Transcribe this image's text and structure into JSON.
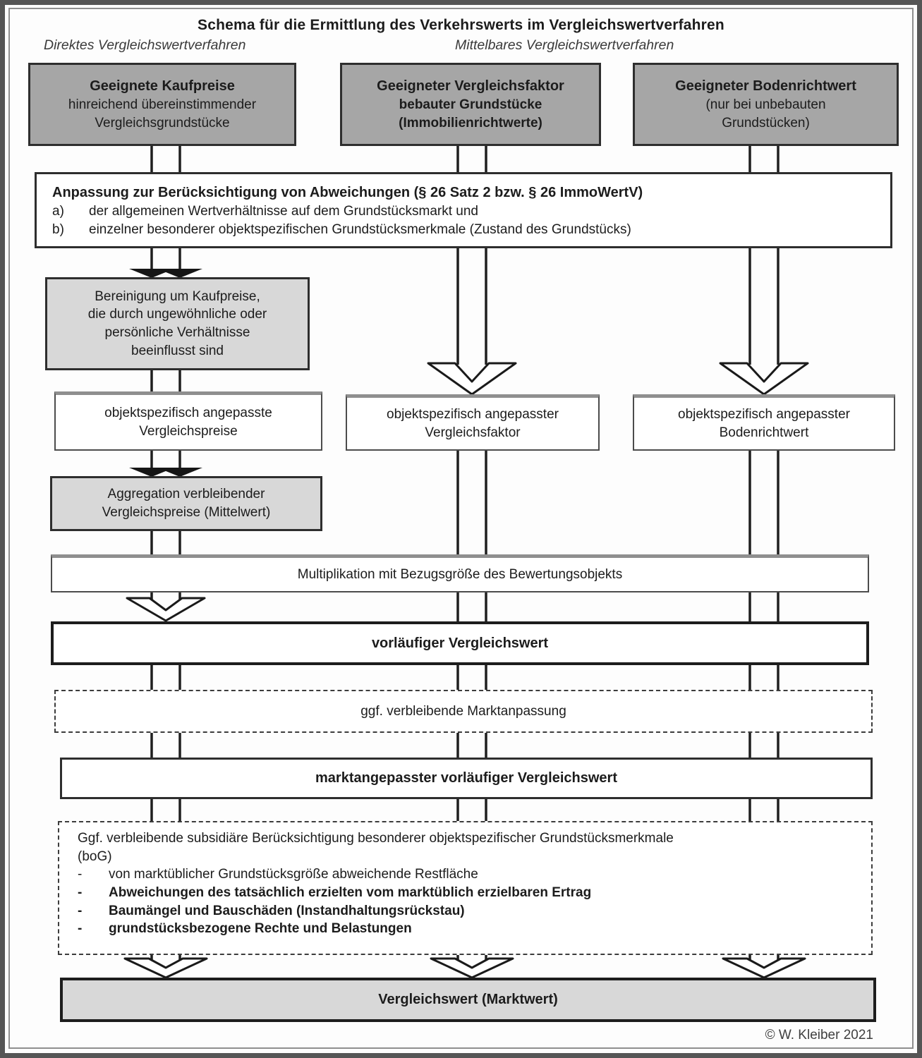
{
  "header": {
    "title": "Schema für die Ermittlung des Verkehrswerts im Vergleichswertverfahren",
    "left_method": "Direktes Vergleichswertverfahren",
    "right_method": "Mittelbares Vergleichswertverfahren"
  },
  "boxes": {
    "kaufpreise": {
      "title": "Geeignete Kaufpreise",
      "line2": "hinreichend übereinstimmender",
      "line3": "Vergleichsgrundstücke"
    },
    "vergleichsfaktor": {
      "title": "Geeigneter Vergleichsfaktor",
      "line2": "bebauter Grundstücke",
      "line3": "(Immobilienrichtwerte)"
    },
    "bodenrichtwert": {
      "title": "Geeigneter Bodenrichtwert",
      "line2": "(nur bei unbebauten",
      "line3": "Grundstücken)"
    },
    "anpassung": {
      "title": "Anpassung zur Berücksichtigung von Abweichungen (§ 26 Satz 2 bzw. § 26 ImmoWertV)",
      "item_a_label": "a)",
      "item_a": "der allgemeinen Wertverhältnisse auf dem Grundstücksmarkt und",
      "item_b_label": "b)",
      "item_b": "einzelner besonderer objektspezifischen Grundstücksmerkmale (Zustand des Grundstücks)"
    },
    "bereinigung": {
      "lines": [
        "Bereinigung um Kaufpreise,",
        "die durch ungewöhnliche oder",
        "persönliche Verhältnisse",
        "beeinflusst sind"
      ]
    },
    "angepasste_preise": {
      "lines": [
        "objektspezifisch angepasste",
        "Vergleichspreise"
      ]
    },
    "angepasster_faktor": {
      "lines": [
        "objektspezifisch angepasster",
        "Vergleichsfaktor"
      ]
    },
    "angepasster_bodenrichtwert": {
      "lines": [
        "objektspezifisch angepasster",
        "Bodenrichtwert"
      ]
    },
    "aggregation": {
      "lines": [
        "Aggregation verbleibender",
        "Vergleichspreise (Mittelwert)"
      ]
    },
    "multiplikation": {
      "text": "Multiplikation mit Bezugsgröße des Bewertungsobjekts"
    },
    "vorlaeufiger_vergleichswert": {
      "text": "vorläufiger Vergleichswert"
    },
    "marktanpassung": {
      "text": "ggf. verbleibende Marktanpassung"
    },
    "marktangepasster": {
      "text": "marktangepasster vorläufiger Vergleichswert"
    },
    "subsidiaer": {
      "intro_line1": "Ggf. verbleibende subsidiäre Berücksichtigung besonderer objektspezifischer Grundstücksmerkmale",
      "intro_line2": "(boG)",
      "bullet": "-",
      "items": [
        "von marktüblicher Grundstücksgröße abweichende Restfläche",
        "Abweichungen des tatsächlich erzielten vom marktüblich erzielbaren Ertrag",
        "Baumängel und Bauschäden (Instandhaltungsrückstau)",
        "grundstücksbezogene Rechte und Belastungen"
      ]
    },
    "vergleichswert": {
      "text": "Vergleichswert (Marktwert)"
    }
  },
  "footer": {
    "credit": "© W. Kleiber 2021"
  },
  "colors": {
    "box_dark_gray": "#a6a6a6",
    "box_light_gray": "#d8d8d8",
    "line": "#1f1f1f",
    "text": "#1c1c1c"
  }
}
